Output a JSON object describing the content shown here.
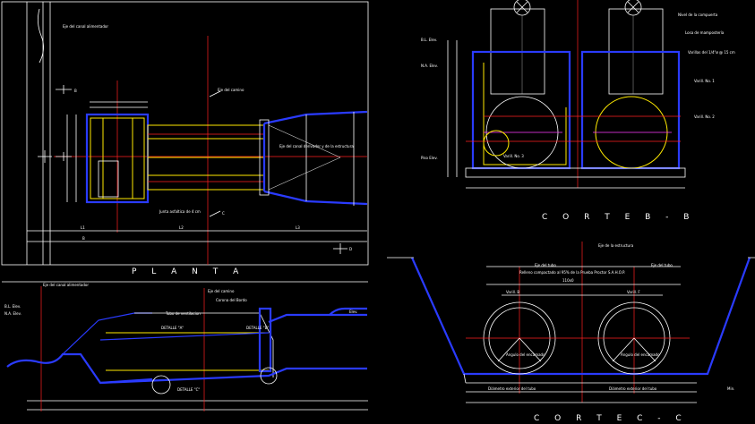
{
  "titles": {
    "planta": "P L A N T A",
    "corte_bb": "C O R T E   B - B",
    "corte_cc": "C O R T E   C - C"
  },
  "planta_labels": {
    "eje_camino": "Eje del camino",
    "eje_canal_alimentador": "Eje del canal alimentador",
    "eje_canal_derivador": "Eje del canal derivador y de la estructura",
    "dim_l1": "L1",
    "dim_l2": "L2",
    "dim_l3": "L3",
    "dim_b": "B",
    "section_b": "B",
    "section_c": "C",
    "section_d": "D",
    "junta": "Junta asfaltica de 4 cm"
  },
  "corte_bb_labels": {
    "nivel_compuerta": "Nivel de la compuerta",
    "losa": "Losa de mampostería",
    "varilla_1": "Varill. No. 1",
    "varilla_2": "Varill. No. 2",
    "varilla_3": "Varill. No. 3",
    "bl_elev": "B.L. Elev.",
    "na_elev": "N.A. Elev.",
    "piso_elev": "Piso Elev.",
    "varillas_nota": "Varillas del 1/4\"ø @ 15 cm"
  },
  "corte_cc_labels": {
    "eje_estructura": "Eje de la estructura",
    "eje_tubo_1": "Eje del tubo",
    "eje_tubo_2": "Eje del tubo",
    "relleno": "Relleno compactado al 95% de la Prueba Proctor S.A.H.O.P.",
    "diametro_1": "Diámetro exterior del tubo",
    "diametro_2": "Diámetro exterior del tubo",
    "angulo_1": "Angulo del encamado",
    "angulo_2": "Angulo del encamado",
    "dim_110x": "110x0",
    "dim_min": "Min.",
    "var_b": "Varill. B",
    "var_f": "Varill. F"
  },
  "perfil_labels": {
    "eje_canal_alimentador": "Eje del canal alimentador",
    "eje_camino": "Eje del camino",
    "corona_bordo": "Corona del Bordo",
    "tubo_ventilacion": "Tubo de ventilacion",
    "detalle_a": "DETALLE \"A\"",
    "detalle_b": "DETALLE \"B\"",
    "detalle_c": "DETALLE \"C\"",
    "bl_elev": "B.L. Elev.",
    "na_elev": "N.A. Elev.",
    "elev": "Elev."
  }
}
